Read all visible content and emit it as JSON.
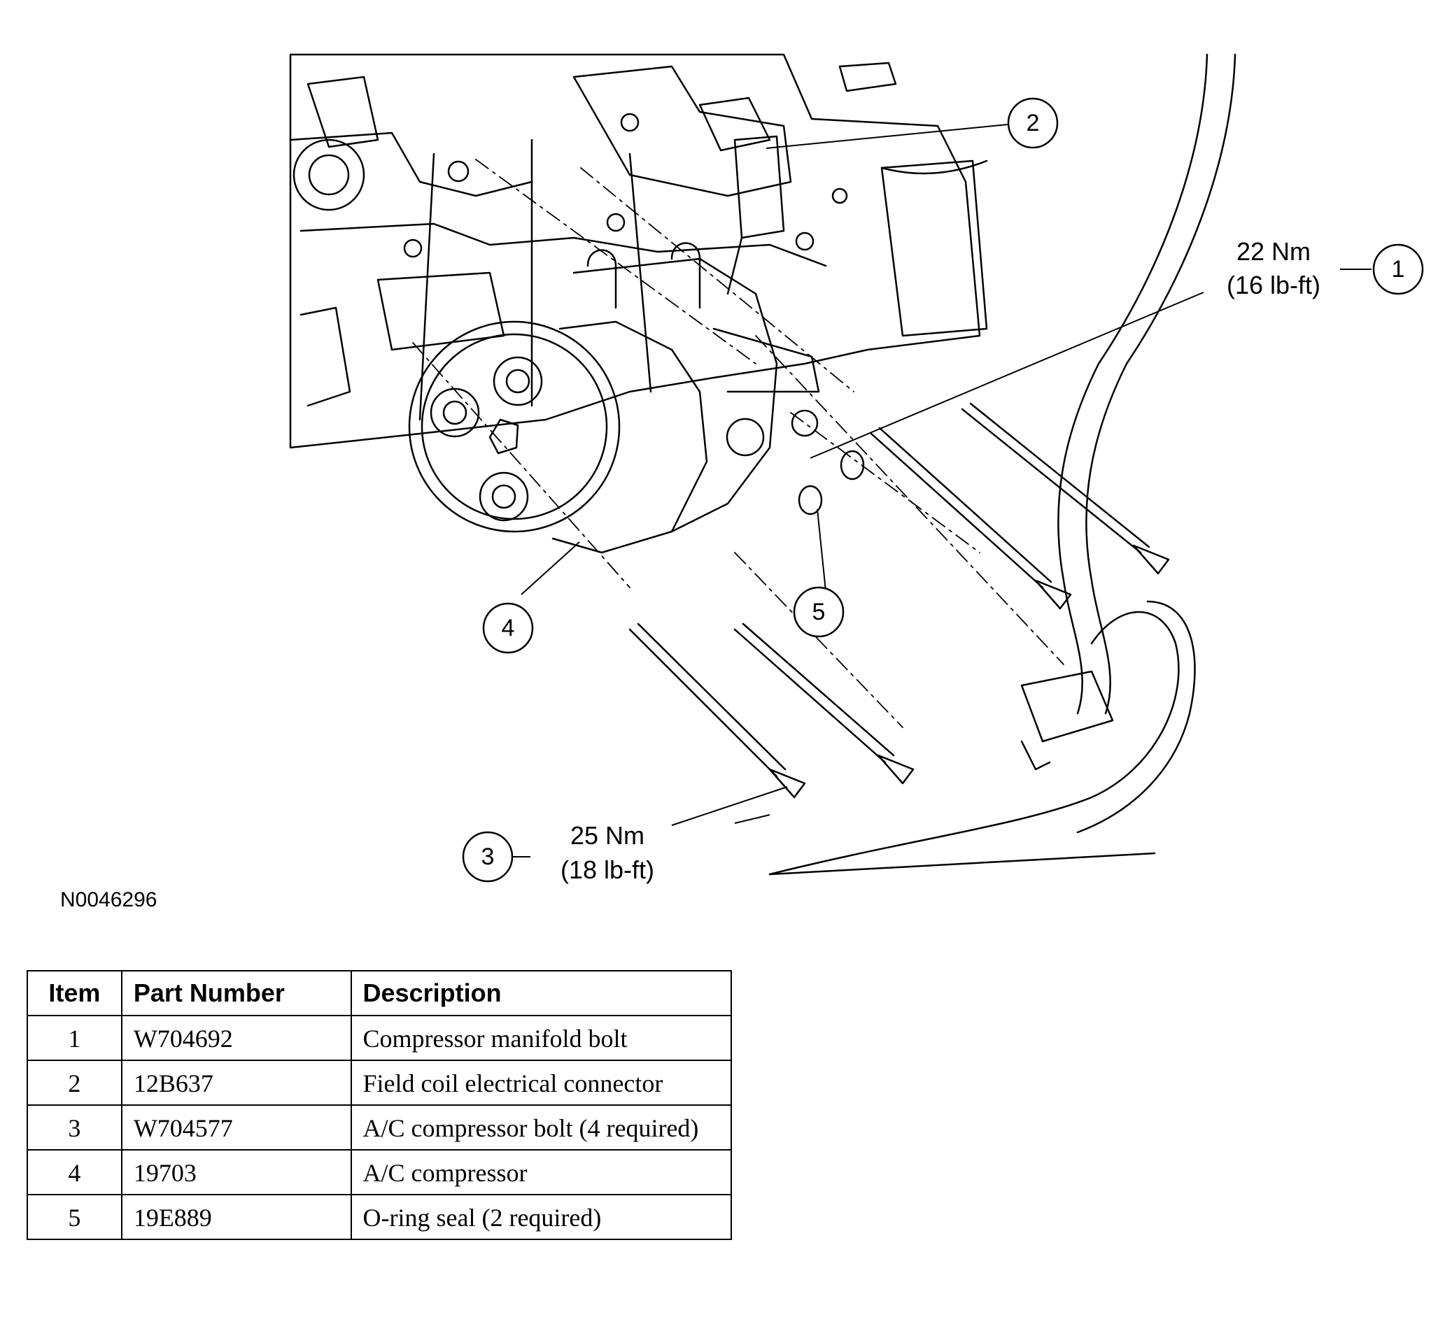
{
  "figure_id": "N0046296",
  "callouts": [
    {
      "number": "1",
      "torque_nm": "22 Nm",
      "torque_lbft": "(16 lb-ft)"
    },
    {
      "number": "2"
    },
    {
      "number": "3",
      "torque_nm": "25 Nm",
      "torque_lbft": "(18 lb-ft)"
    },
    {
      "number": "4"
    },
    {
      "number": "5"
    }
  ],
  "table": {
    "headers": {
      "item": "Item",
      "part_number": "Part Number",
      "description": "Description"
    },
    "rows": [
      {
        "item": "1",
        "part_number": "W704692",
        "description": "Compressor manifold bolt"
      },
      {
        "item": "2",
        "part_number": "12B637",
        "description": "Field coil electrical connector"
      },
      {
        "item": "3",
        "part_number": "W704577",
        "description": "A/C compressor bolt (4 required)"
      },
      {
        "item": "4",
        "part_number": "19703",
        "description": "A/C compressor"
      },
      {
        "item": "5",
        "part_number": "19E889",
        "description": "O-ring seal (2 required)"
      }
    ]
  }
}
